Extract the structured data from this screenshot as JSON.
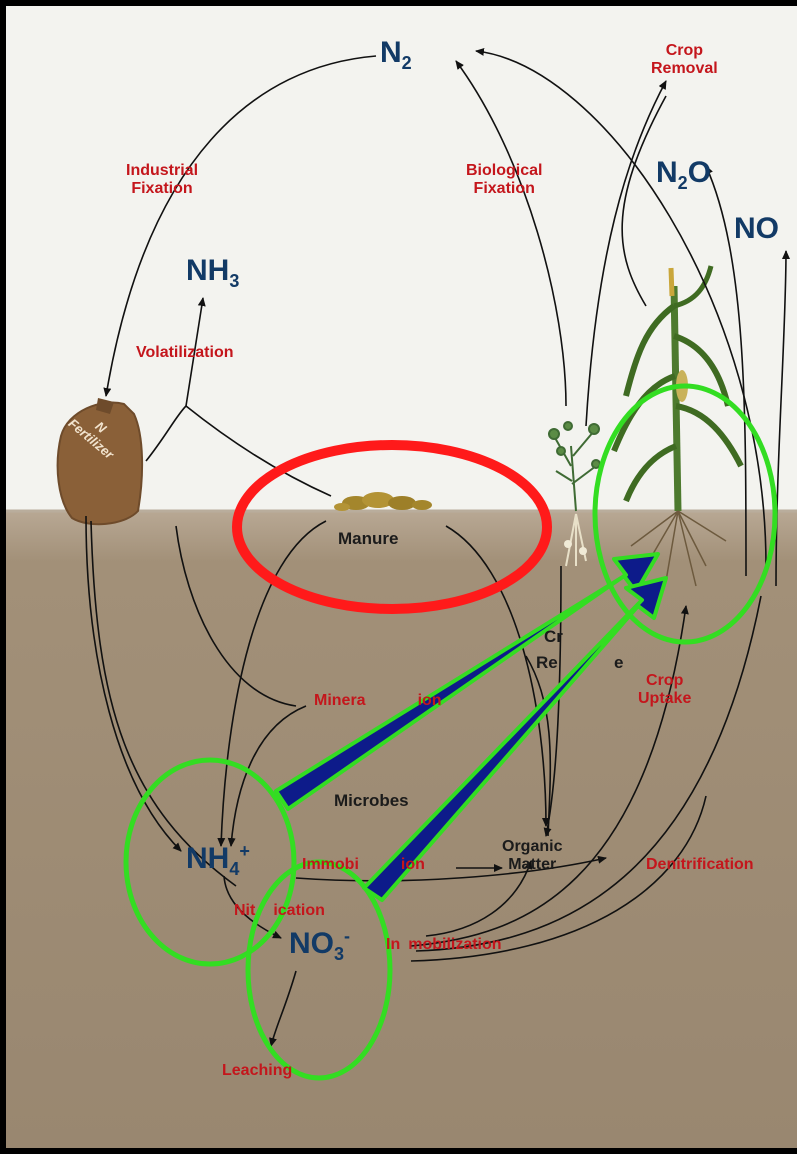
{
  "colors": {
    "frame": "#000000",
    "sky": "#f3f3ef",
    "soil": "#9e8c76",
    "process_label": "#c4161c",
    "chemical_label": "#123a66",
    "highlight_red": "#ff1a1a",
    "highlight_green": "#33dd22",
    "arrow_fill": "#0d1b8a",
    "arrow_border": "#33dd22"
  },
  "chemicals": {
    "n2": "N",
    "n2_sub": "2",
    "n2o": "N",
    "n2o_sub": "2",
    "n2o_tail": "O",
    "no": "NO",
    "nh3": "NH",
    "nh3_sub": "3",
    "nh4": "NH",
    "nh4_sub": "4",
    "nh4_sup": "+",
    "no3": "NO",
    "no3_sub": "3",
    "no3_sup": "-"
  },
  "processes": {
    "industrial_fixation": "Industrial\nFixation",
    "biological_fixation": "Biological\nFixation",
    "crop_removal": "Crop\nRemoval",
    "volatilization": "Volatilization",
    "mineralization": "Minera",
    "mineralization_end": "ion",
    "crop_residue_1": "Cr",
    "crop_residue_2": "Re",
    "crop_residue_3": "e",
    "crop_uptake": "Crop\nUptake",
    "immobilization_1": "Immobi",
    "immobilization_1_end": "ion",
    "nitrification_1": "Nit",
    "nitrification_2": "ication",
    "immobilization_2_start": "In",
    "immobilization_2": "mobilization",
    "denitrification": "Denitrification",
    "leaching": "Leaching"
  },
  "objects": {
    "manure": "Manure",
    "microbes": "Microbes",
    "organic_matter": "Organic\nMatter",
    "fertilizer_bag_text": "N\nFertilizer"
  },
  "highlights": [
    {
      "name": "manure",
      "color": "red"
    },
    {
      "name": "crop-roots",
      "color": "green"
    },
    {
      "name": "ammonium",
      "color": "green"
    },
    {
      "name": "nitrate",
      "color": "green"
    }
  ]
}
